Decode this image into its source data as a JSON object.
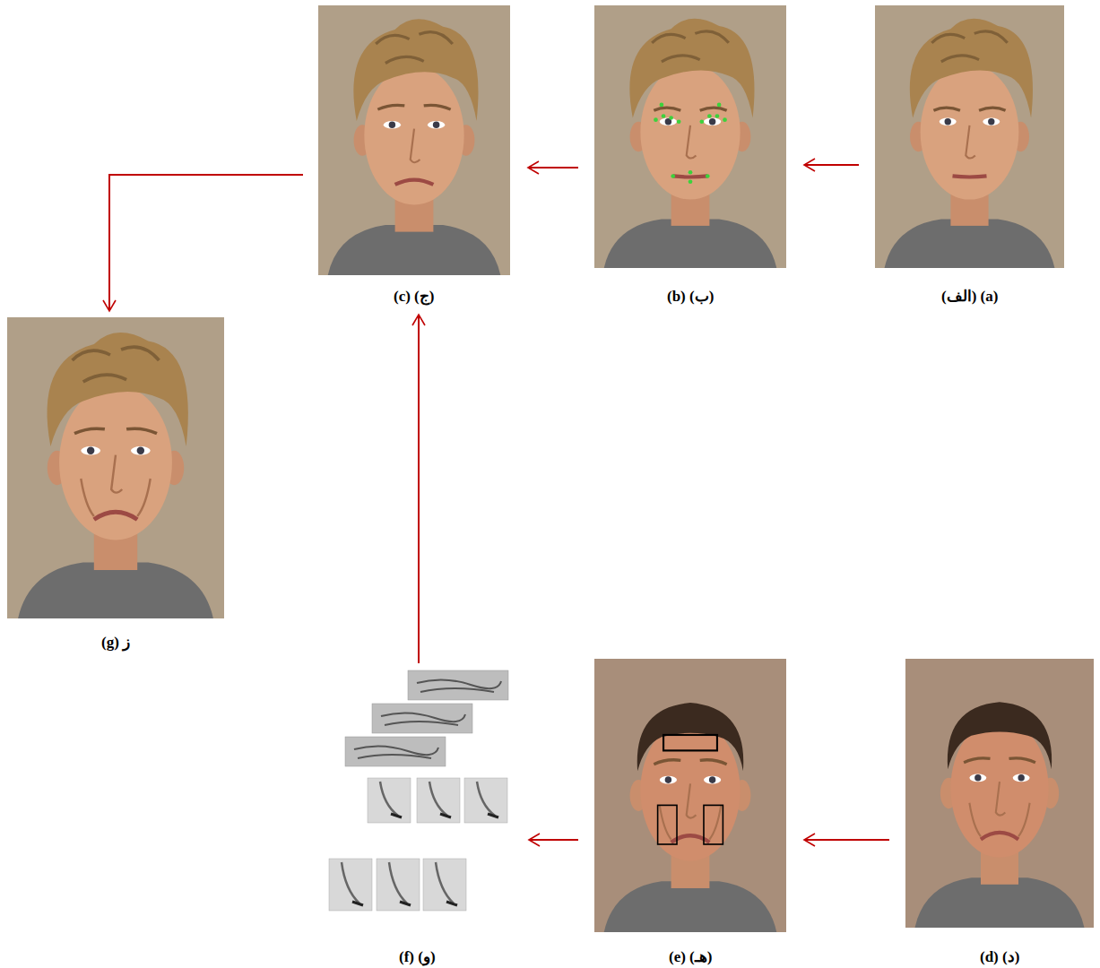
{
  "diagram": {
    "nodes": [
      {
        "text": [
          "(الف) (a)"
        ]
      },
      {
        "text": [
          "(b) (ب)"
        ]
      },
      {
        "text": [
          "(c) (ج)"
        ]
      },
      {
        "text": [
          "(g) ز"
        ]
      },
      {
        "text": [
          "(d) (د)"
        ]
      },
      {
        "text": [
          "(e) (هـ)"
        ]
      },
      {
        "text": [
          "(f) (و)"
        ]
      }
    ],
    "edges": [
      {
        "from": 0,
        "to": 1,
        "arrow": "to"
      },
      {
        "from": 1,
        "to": 2,
        "arrow": "to"
      },
      {
        "from": 2,
        "to": 3,
        "arrow": "to"
      },
      {
        "from": 4,
        "to": 5,
        "arrow": "to"
      },
      {
        "from": 5,
        "to": 6,
        "arrow": "to"
      },
      {
        "from": 6,
        "to": 2,
        "arrow": "to"
      }
    ]
  }
}
